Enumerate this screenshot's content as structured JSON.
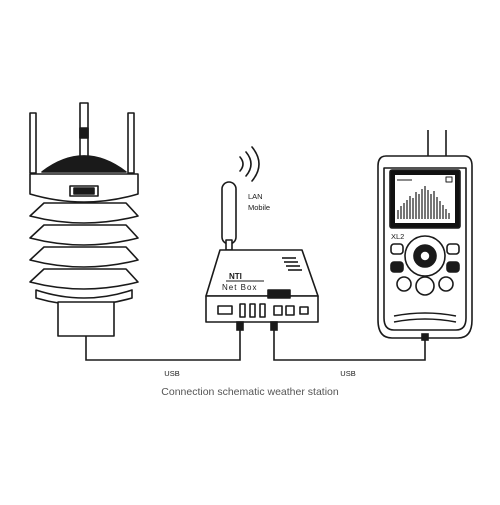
{
  "wireless": {
    "line1": "LAN",
    "line2": "Mobile"
  },
  "netbox": {
    "brand": "NTI",
    "model": "Net Box"
  },
  "analyzer": {
    "model": "XL2"
  },
  "cables": {
    "left_label": "USB",
    "right_label": "USB"
  },
  "caption": "Connection schematic weather station",
  "colors": {
    "stroke": "#1a1a1a",
    "caption": "#555555",
    "screen": "#111111"
  }
}
